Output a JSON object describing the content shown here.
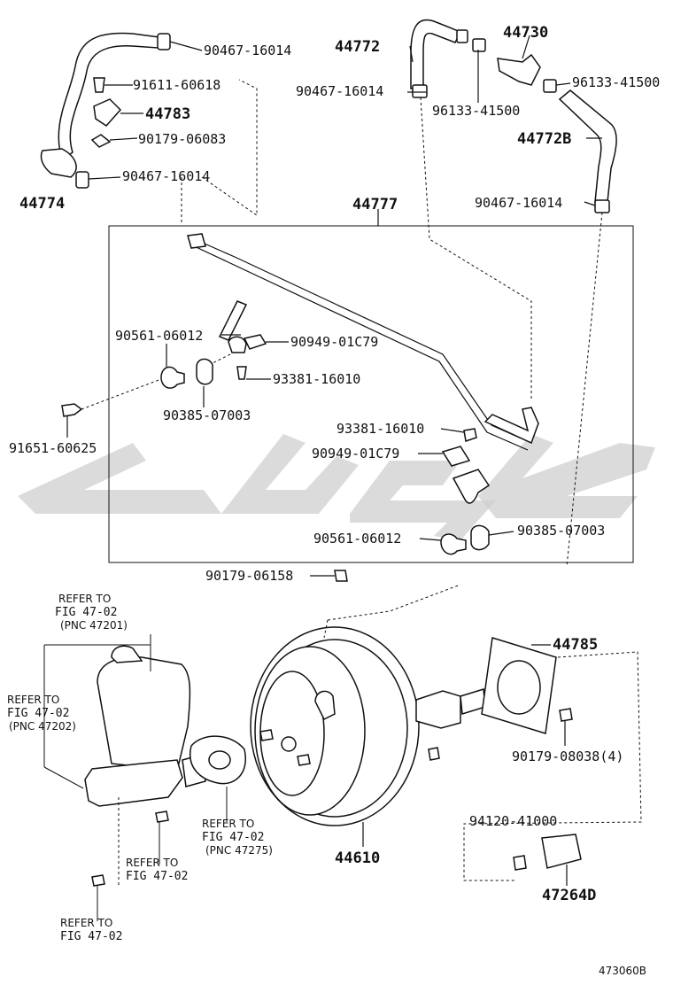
{
  "labels": {
    "p_90467_16014_a": "90467-16014",
    "p_91611_60618": "91611-60618",
    "p_44783": "44783",
    "p_90179_06083": "90179-06083",
    "p_90467_16014_b": "90467-16014",
    "p_44774": "44774",
    "p_44772": "44772",
    "p_44730": "44730",
    "p_90467_16014_c": "90467-16014",
    "p_96133_41500_a": "96133-41500",
    "p_96133_41500_b": "96133-41500",
    "p_44772b": "44772B",
    "p_90467_16014_d": "90467-16014",
    "p_44777": "44777",
    "p_90561_06012_a": "90561-06012",
    "p_90949_01c79_a": "90949-01C79",
    "p_93381_16010_a": "93381-16010",
    "p_90385_07003_a": "90385-07003",
    "p_91651_60625": "91651-60625",
    "p_93381_16010_b": "93381-16010",
    "p_90949_01c79_b": "90949-01C79",
    "p_90561_06012_b": "90561-06012",
    "p_90385_07003_b": "90385-07003",
    "p_90179_06158": "90179-06158",
    "p_44785": "44785",
    "p_90179_08038": "90179-08038(4)",
    "p_44610": "44610",
    "p_94120_41000": "94120-41000",
    "p_47264d": "47264D",
    "figure_id": "473060B"
  },
  "references": {
    "ref1": [
      "REFER TO",
      "FIG 47-02",
      "(PNC 47201)"
    ],
    "ref2": [
      "REFER TO",
      "FIG 47-02",
      "(PNC 47202)"
    ],
    "ref3": [
      "REFER TO",
      "FIG 47-02",
      "(PNC 47275)"
    ],
    "ref4": [
      "REFER TO",
      "FIG 47-02"
    ],
    "ref5": [
      "REFER TO",
      "FIG 47-02"
    ]
  },
  "colors": {
    "ink": "#111111",
    "watermark": "#cfcfcf",
    "background": "#ffffff"
  }
}
